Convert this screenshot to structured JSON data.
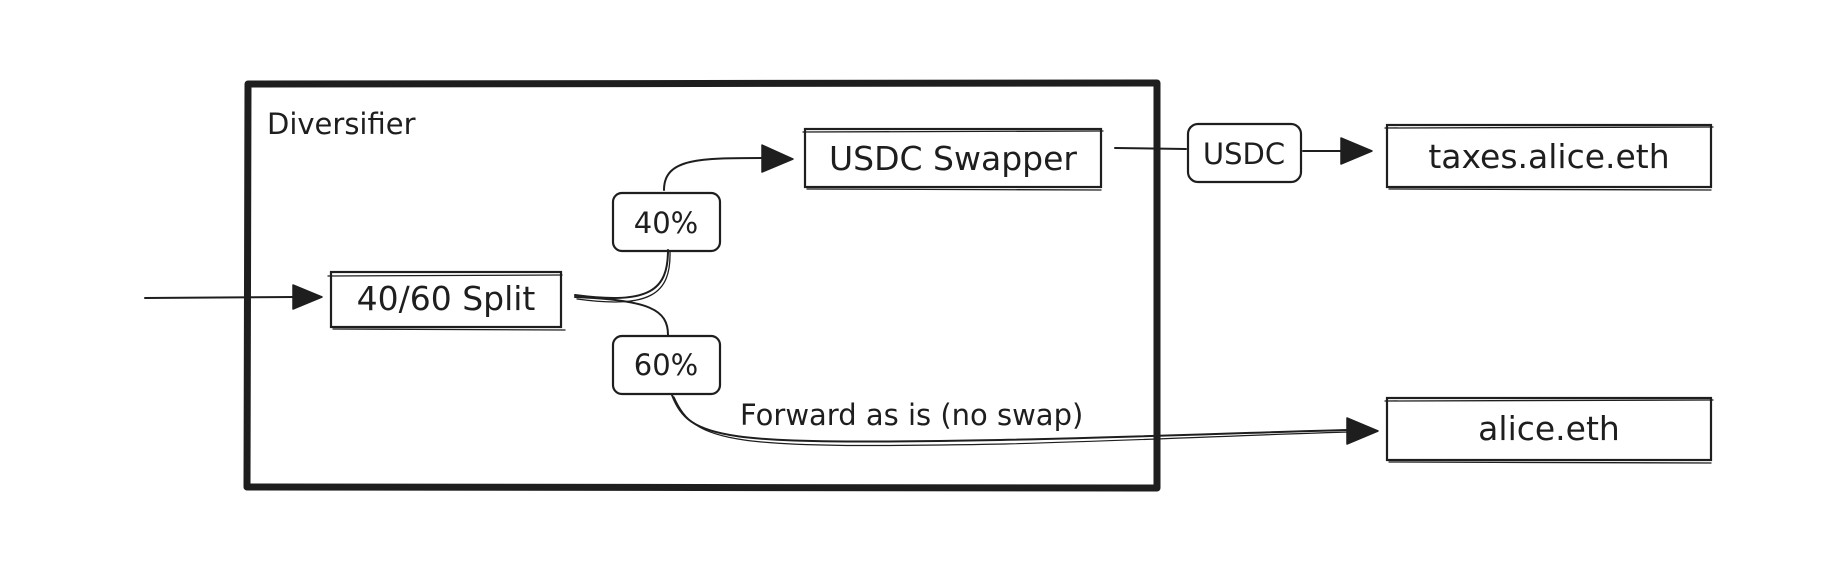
{
  "diagram": {
    "container_label": "Diversifier",
    "split_label": "40/60 Split",
    "pct_40": "40%",
    "pct_60": "60%",
    "swapper_label": "USDC Swapper",
    "token_label": "USDC",
    "taxes_label": "taxes.alice.eth",
    "alice_label": "alice.eth",
    "forward_label": "Forward as is (no swap)"
  }
}
